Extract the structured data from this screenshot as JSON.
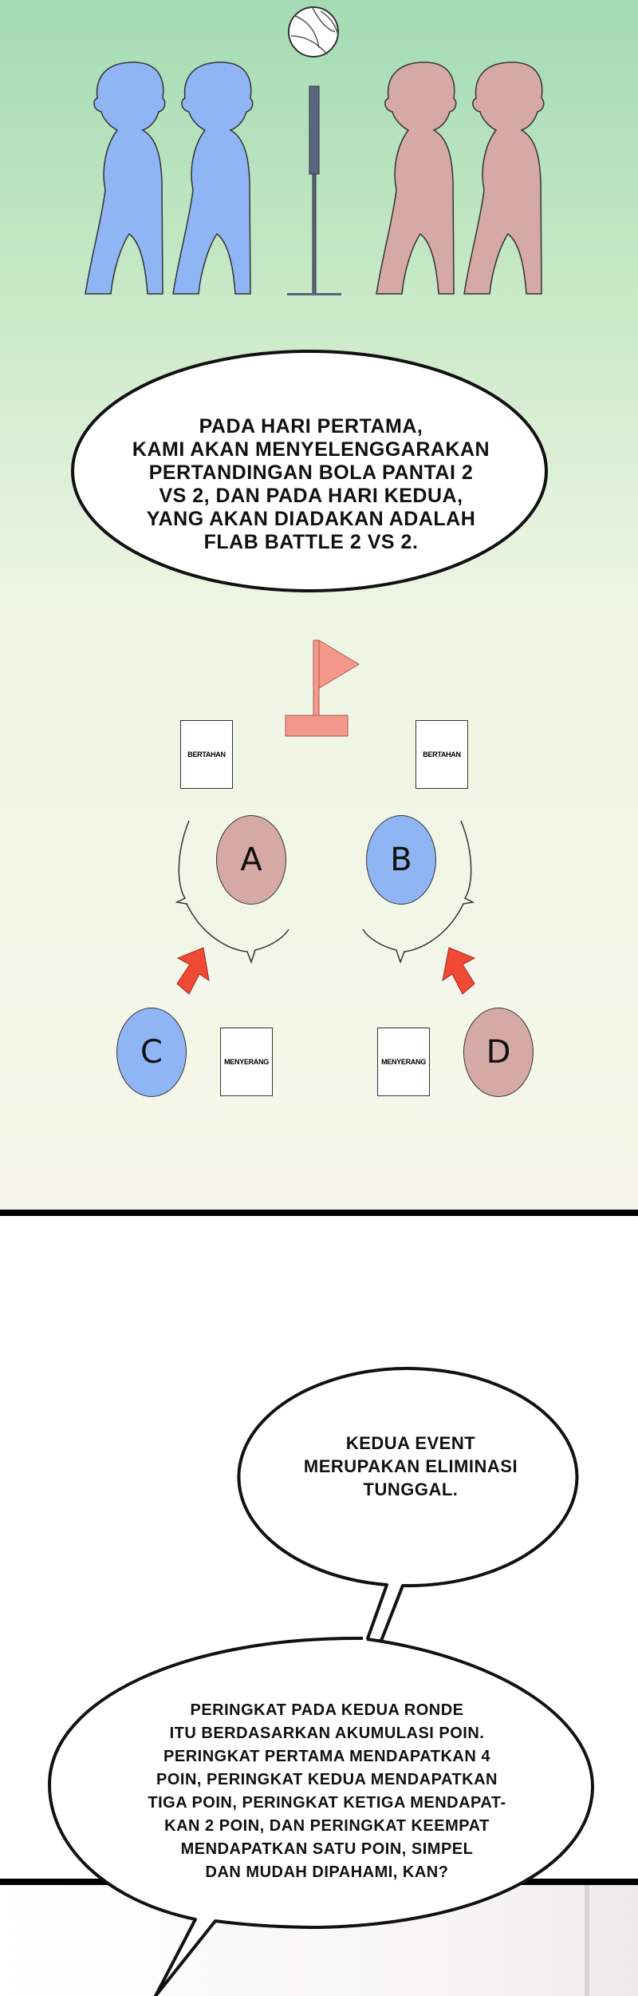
{
  "panel1": {
    "speech": [
      "PADA HARI PERTAMA,",
      "KAMI AKAN MENYELENGGARAKAN",
      "PERTANDINGAN BOLA PANTAI 2",
      "VS 2, DAN PADA HARI KEDUA,",
      "YANG AKAN DIADAKAN ADALAH",
      "FLAB BATTLE 2 VS 2."
    ],
    "diagram": {
      "defend_label": "BERTAHAN",
      "attack_label": "MENYERANG",
      "players": [
        "A",
        "B",
        "C",
        "D"
      ]
    },
    "colors": {
      "blue_team": "#8fb5f5",
      "red_team": "#d6aaa4",
      "flag": "#f4998a",
      "arrow": "#f04a35"
    }
  },
  "panel2": {
    "speech_top": [
      "KEDUA EVENT",
      "MERUPAKAN ELIMINASI",
      "TUNGGAL."
    ],
    "speech_bottom": [
      "PERINGKAT PADA KEDUA RONDE",
      "ITU BERDASARKAN AKUMULASI POIN.",
      "PERINGKAT PERTAMA MENDAPATKAN 4",
      "POIN, PERINGKAT KEDUA MENDAPATKAN",
      "TIGA POIN, PERINGKAT KETIGA MENDAPAT-",
      "KAN 2 POIN, DAN PERINGKAT KEEMPAT",
      "MENDAPATKAN SATU POIN, SIMPEL",
      "DAN MUDAH DIPAHAMI, KAN?"
    ]
  }
}
